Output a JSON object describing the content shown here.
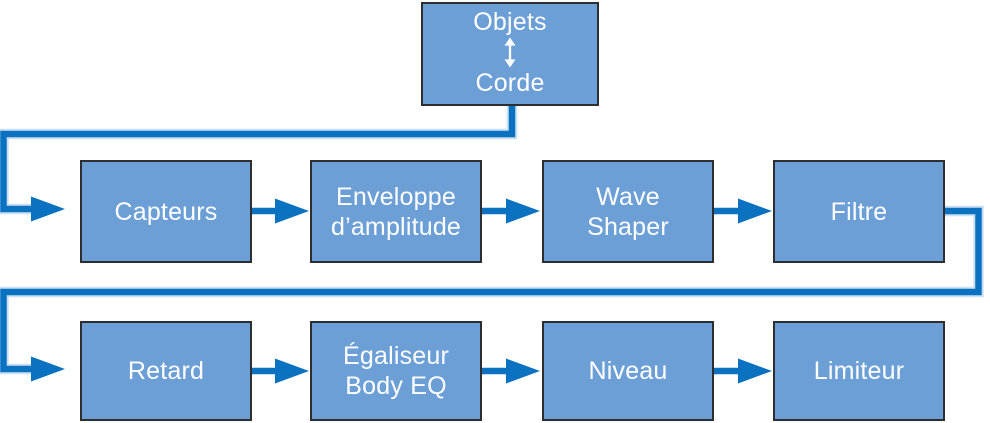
{
  "colors": {
    "node-fill": "#6c9fd6",
    "node-border": "#2e2e2e",
    "connector": "#0b72c1",
    "connector-halo": "#cde0f3",
    "label": "#ffffff",
    "background": "#ffffff"
  },
  "diagram": {
    "source": {
      "top_label": "Objets",
      "bottom_label": "Corde"
    },
    "row1": {
      "capteurs": "Capteurs",
      "enveloppe_line1": "Enveloppe",
      "enveloppe_line2": "d’amplitude",
      "wave_line1": "Wave",
      "wave_line2": "Shaper",
      "filtre": "Filtre"
    },
    "row2": {
      "retard": "Retard",
      "egaliseur_line1": "Égaliseur",
      "egaliseur_line2": "Body EQ",
      "niveau": "Niveau",
      "limiteur": "Limiteur"
    },
    "flow_order": [
      "Objets/Corde",
      "Capteurs",
      "Enveloppe d’amplitude",
      "Wave Shaper",
      "Filtre",
      "Retard",
      "Égaliseur Body EQ",
      "Niveau",
      "Limiteur"
    ]
  }
}
